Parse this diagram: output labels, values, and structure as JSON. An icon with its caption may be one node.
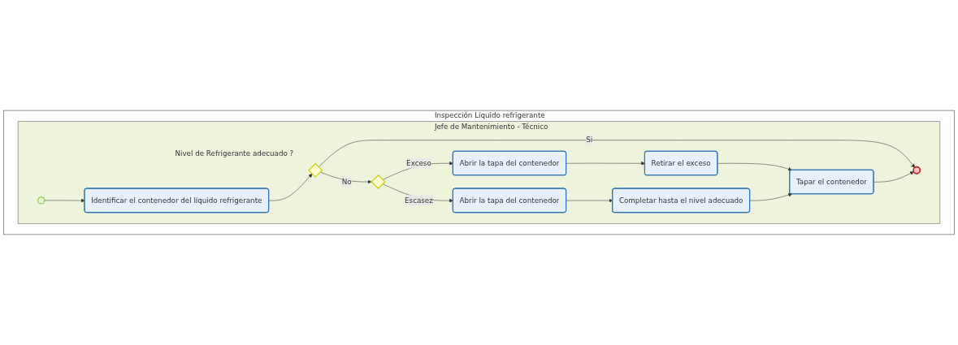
{
  "diagram": {
    "nodes": [
      {
        "text": [
          "Inspección Líquido refrigerante"
        ]
      },
      {
        "text": [
          "Jefe de Mantenimiento - Técnico"
        ],
        "in": 0
      },
      {
        "text": [],
        "shape": "circle",
        "in": 1
      },
      {
        "text": [
          "Identificar el contenedor del líquido refrigerante"
        ],
        "in": 1
      },
      {
        "text": [],
        "shape": "diamond",
        "beside": [
          "Nivel de Refrigerante adecuado ?"
        ],
        "in": 1
      },
      {
        "text": [],
        "shape": "diamond",
        "in": 1
      },
      {
        "text": [
          "Abrir la tapa del contenedor"
        ],
        "in": 1
      },
      {
        "text": [
          "Retirar el exceso"
        ],
        "in": 1
      },
      {
        "text": [
          "Tapar el contenedor"
        ],
        "in": 1
      },
      {
        "text": [],
        "shape": "circle",
        "in": 1
      },
      {
        "text": [
          "Abrir la tapa del contenedor"
        ],
        "in": 1
      },
      {
        "text": [
          "Completar hasta el nivel adecuado"
        ],
        "in": 1
      }
    ],
    "edges": [
      {
        "from": 2,
        "to": 3,
        "arrow": "to"
      },
      {
        "from": 3,
        "to": 4,
        "arrow": "to"
      },
      {
        "from": 4,
        "to": 5,
        "arrow": "to",
        "label": "No"
      },
      {
        "from": 4,
        "to": 9,
        "arrow": "to",
        "label": "Si"
      },
      {
        "from": 5,
        "to": 6,
        "arrow": "to",
        "label": "Exceso"
      },
      {
        "from": 5,
        "to": 10,
        "arrow": "to",
        "label": "Escasez"
      },
      {
        "from": 6,
        "to": 7,
        "arrow": "to"
      },
      {
        "from": 7,
        "to": 8,
        "arrow": "to"
      },
      {
        "from": 10,
        "to": 11,
        "arrow": "to"
      },
      {
        "from": 11,
        "to": 8,
        "arrow": "to"
      },
      {
        "from": 8,
        "to": 9,
        "arrow": "to"
      }
    ]
  }
}
